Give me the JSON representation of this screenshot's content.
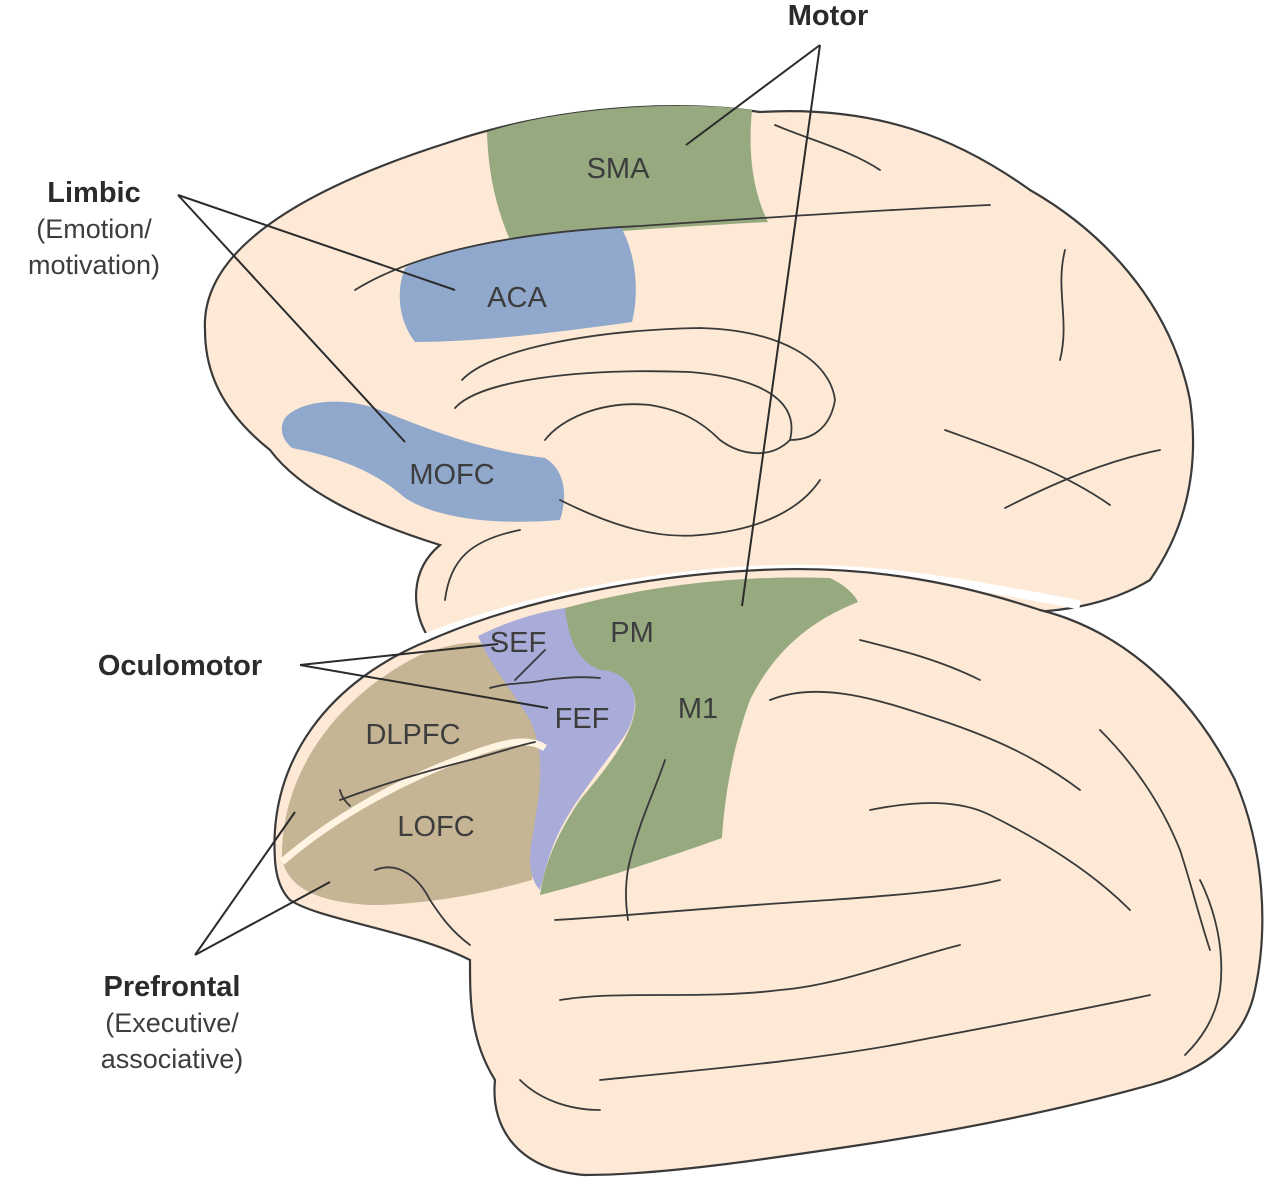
{
  "groups": {
    "motor": {
      "title": "Motor"
    },
    "limbic": {
      "title": "Limbic",
      "sub_line1": "(Emotion/",
      "sub_line2": "motivation)"
    },
    "oculomotor": {
      "title": "Oculomotor"
    },
    "prefrontal": {
      "title": "Prefrontal",
      "sub_line1": "(Executive/",
      "sub_line2": "associative)"
    }
  },
  "regions": {
    "sma": "SMA",
    "aca": "ACA",
    "mofc": "MOFC",
    "sef": "SEF",
    "pm": "PM",
    "fef": "FEF",
    "m1": "M1",
    "dlpfc": "DLPFC",
    "lofc": "LOFC"
  },
  "colors": {
    "brain": "#fde9d6",
    "motor": "#96a97f",
    "limbic": "#90a8cb",
    "oculomotor": "#a9abd9",
    "prefrontal": "#c5b595",
    "outline": "#3a3a3a"
  }
}
